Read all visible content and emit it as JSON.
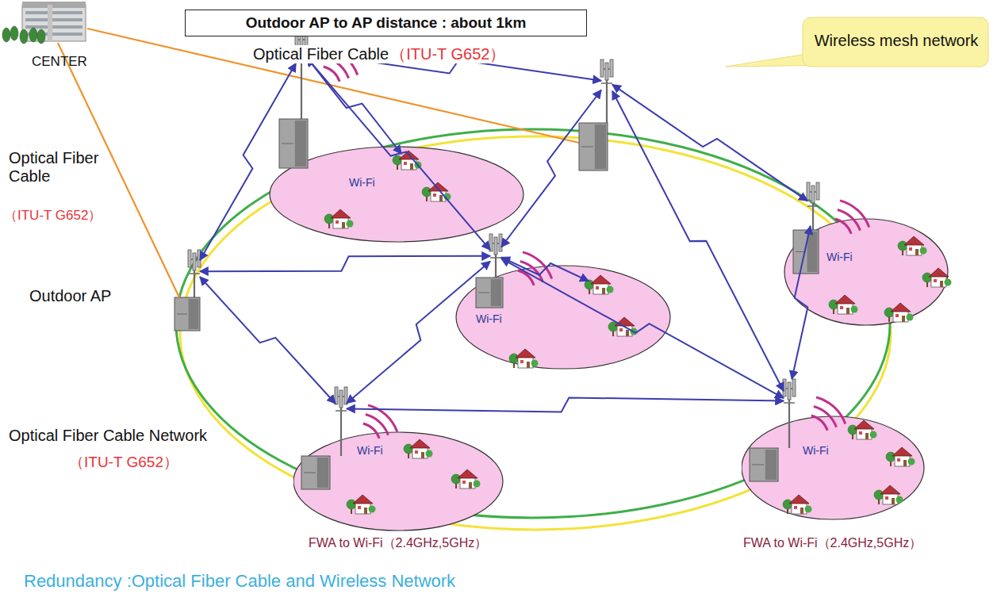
{
  "diagram": {
    "caption": "Redundancy :Optical Fiber Cable and Wireless Network",
    "nodes": [
      {
        "text": [
          "CENTER"
        ]
      },
      {
        "text": [
          "Wi-Fi"
        ]
      },
      {
        "text": [
          "Wi-Fi"
        ]
      },
      {
        "text": [
          "Outdoor AP"
        ]
      },
      {
        "text": [
          "Wi-Fi"
        ]
      },
      {
        "text": [
          "Wi-Fi",
          "FWA to Wi-Fi（2.4GHz,5GHz）"
        ]
      },
      {
        "text": [
          "Wi-Fi",
          "FWA to Wi-Fi（2.4GHz,5GHz）"
        ]
      }
    ],
    "edges": [
      {
        "from": 0,
        "to": 3,
        "arrow": "none"
      },
      {
        "from": 1,
        "to": 3,
        "arrow": "both"
      },
      {
        "from": 1,
        "to": 4,
        "arrow": "both"
      },
      {
        "from": 3,
        "to": 4,
        "arrow": "both"
      },
      {
        "from": 3,
        "to": 5,
        "arrow": "both"
      },
      {
        "from": 4,
        "to": 5,
        "arrow": "both"
      },
      {
        "from": 4,
        "to": 6,
        "arrow": "both"
      },
      {
        "from": 2,
        "to": 6,
        "arrow": "both"
      },
      {
        "from": 5,
        "to": 6,
        "arrow": "both"
      }
    ],
    "labels": [
      "Outdoor AP to AP distance : about 1km",
      "Optical Fiber Cable",
      "（ITU-T G652）",
      "Wireless mesh network",
      "Optical Fiber Cable",
      "（ITU-T G652）",
      "Optical Fiber Cable Network",
      "（ITU-T G652）"
    ]
  }
}
